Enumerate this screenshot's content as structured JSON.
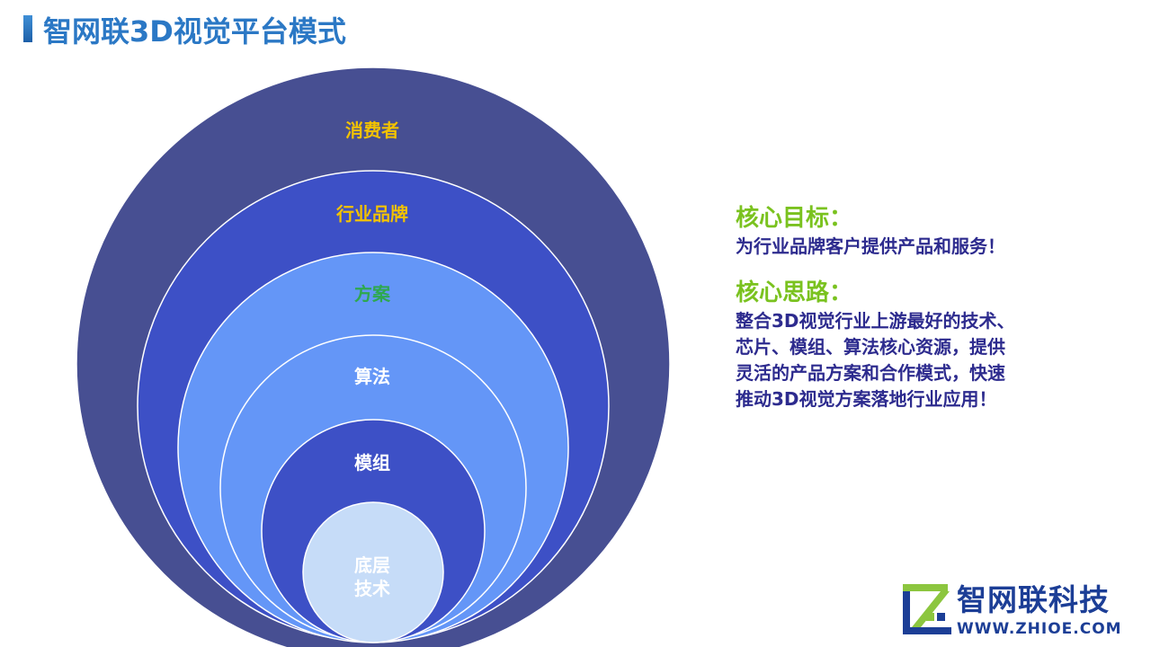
{
  "header": {
    "title": "智网联3D视觉平台模式"
  },
  "diagram": {
    "layers": [
      {
        "label": "消费者",
        "fill": "#474f92",
        "label_color": "#f2c200"
      },
      {
        "label": "行业品牌",
        "fill": "#3d50c6",
        "label_color": "#f2c200"
      },
      {
        "label": "方案",
        "fill": "#6496f7",
        "label_color": "#2ea84f"
      },
      {
        "label": "算法",
        "fill": "#6496f7",
        "label_color": "#ffffff"
      },
      {
        "label": "模组",
        "fill": "#3d50c6",
        "label_color": "#ffffff"
      },
      {
        "label": "底层\n技术",
        "fill": "#c6dcf8",
        "label_color": "#ffffff"
      }
    ]
  },
  "goal": {
    "heading": "核心目标：",
    "text": "为行业品牌客户提供产品和服务！"
  },
  "idea": {
    "heading": "核心思路：",
    "text": "整合3D视觉行业上游最好的技术、\n芯片、模组、算法核心资源，提供\n灵活的产品方案和合作模式，快速\n推动3D视觉方案落地行业应用！"
  },
  "logo": {
    "name": "智网联科技",
    "url": "WWW.ZHIOE.COM",
    "colors": {
      "green": "#8cc63f",
      "blue": "#1c3e96"
    }
  }
}
